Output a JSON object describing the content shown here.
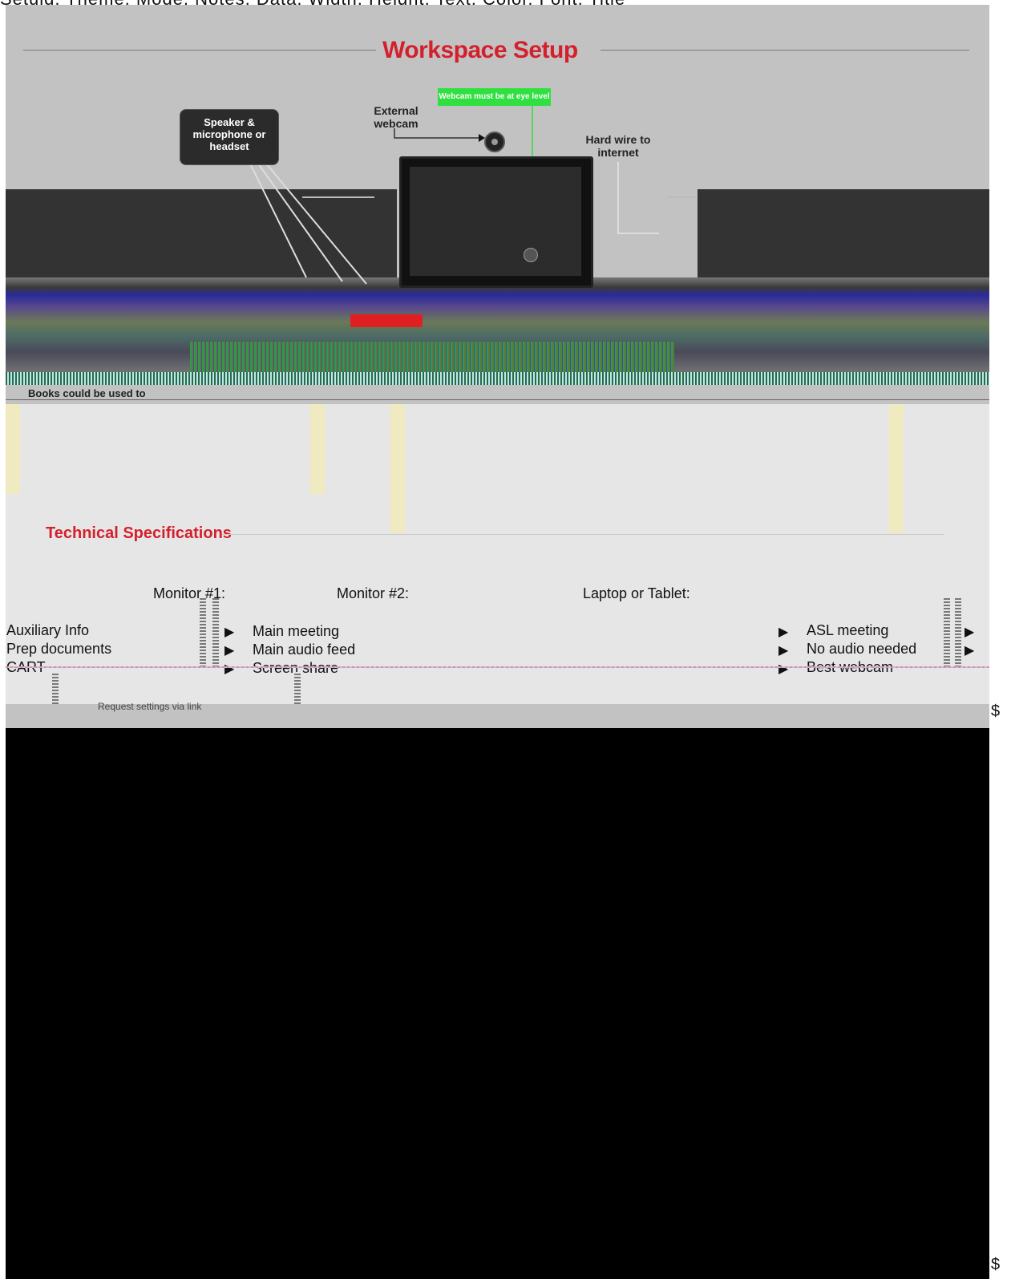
{
  "top_fragment": "Setuid, Theme, Mode, Notes, Data, Width, Height, Text, Color, Font, Title",
  "workspace": {
    "title": "Workspace Setup",
    "callouts": {
      "speaker": "Speaker & microphone or headset",
      "external_webcam": "External webcam",
      "eye_level": "Webcam must be at eye level",
      "hard_wire": "Hard wire to internet"
    },
    "books_note": "Books could be used to"
  },
  "specs": {
    "title": "Technical Specifications",
    "columns": [
      "Monitor #1:",
      "Monitor #2:",
      "Laptop or Tablet:"
    ],
    "auxiliary": [
      "Auxiliary Info",
      "Prep documents",
      "CART"
    ],
    "monitor1": [
      "Main meeting",
      "Main audio feed",
      "Screen share"
    ],
    "laptop": [
      "ASL meeting",
      "No audio needed",
      "Best webcam"
    ]
  },
  "bottom_fragment": "Request settings via link",
  "page_markers": [
    "$",
    "$"
  ],
  "colors": {
    "accent": "#d4202c",
    "eye_level": "#30e040",
    "panel": "#e6e6e6"
  }
}
